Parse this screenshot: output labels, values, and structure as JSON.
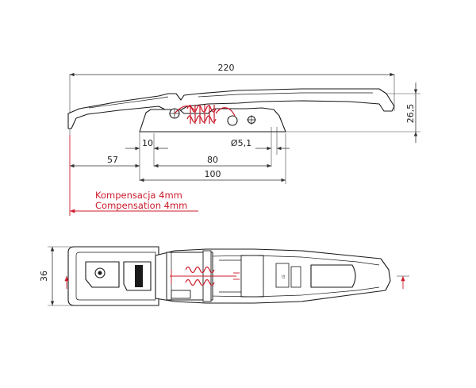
{
  "dimensions": {
    "overall_length": "220",
    "height": "26,5",
    "d10": "10",
    "hole_diameter": "Ø5,1",
    "d57": "57",
    "d80": "80",
    "d100": "100",
    "width": "36"
  },
  "notes": {
    "compensation_pl": "Kompensacja 4mm",
    "compensation_en": "Compensation 4mm"
  },
  "colors": {
    "drawing": "#1a1a1a",
    "accent_red": "#cc1b2b"
  }
}
